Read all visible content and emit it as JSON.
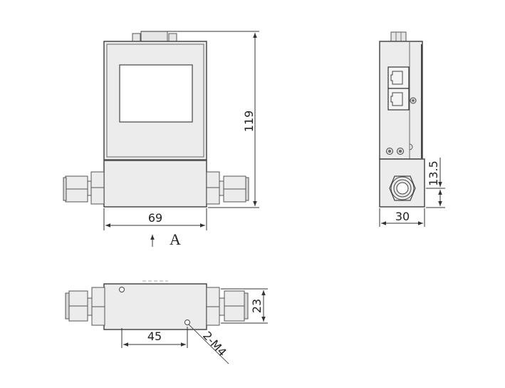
{
  "drawing": {
    "type": "mechanical-dimension-drawing",
    "views": {
      "front": {
        "dimensions": {
          "height": "119",
          "width": "69"
        },
        "view_arrow_label": "A"
      },
      "side": {
        "dimensions": {
          "width": "30",
          "port_center_height": "13.5"
        }
      },
      "bottom": {
        "dimensions": {
          "hole_spacing": "45",
          "body_height": "23"
        },
        "hole_callout": "2-M4"
      }
    },
    "colors": {
      "body_fill": "#ececec",
      "line": "#4a4a4a",
      "dim_line": "#333333",
      "background": "#ffffff"
    }
  }
}
